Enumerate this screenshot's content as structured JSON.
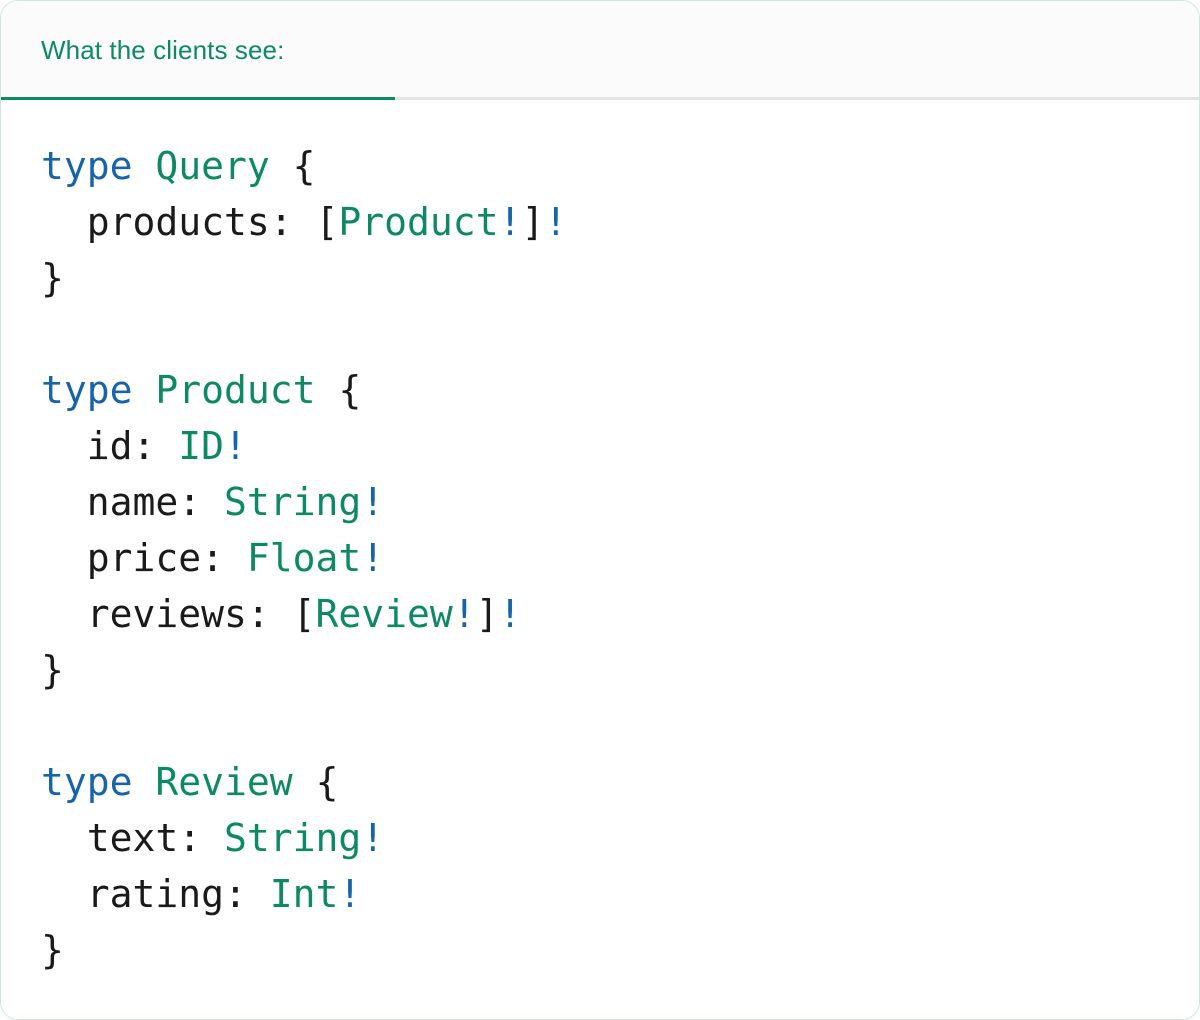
{
  "panel": {
    "accent_color": "#0d8a63",
    "keyword_color": "#1864ab",
    "type_color": "#0d8a63",
    "text_color": "#1a1a1a",
    "header_bg": "#fbfbfb",
    "body_bg": "#ffffff",
    "inactive_rule_color": "#e4e4e4",
    "border_color": "#cfe6da"
  },
  "tabs": [
    {
      "label": "What the clients see:",
      "active": true
    }
  ],
  "code": {
    "language": "graphql",
    "lines": [
      {
        "tokens": [
          {
            "t": "type",
            "c": "kw"
          },
          {
            "t": " ",
            "c": "punc"
          },
          {
            "t": "Query",
            "c": "type"
          },
          {
            "t": " {",
            "c": "punc"
          }
        ]
      },
      {
        "tokens": [
          {
            "t": "  products",
            "c": "name"
          },
          {
            "t": ": [",
            "c": "punc"
          },
          {
            "t": "Product",
            "c": "type"
          },
          {
            "t": "!",
            "c": "bang"
          },
          {
            "t": "]",
            "c": "punc"
          },
          {
            "t": "!",
            "c": "bang"
          }
        ]
      },
      {
        "tokens": [
          {
            "t": "}",
            "c": "punc"
          }
        ]
      },
      {
        "tokens": []
      },
      {
        "tokens": [
          {
            "t": "type",
            "c": "kw"
          },
          {
            "t": " ",
            "c": "punc"
          },
          {
            "t": "Product",
            "c": "type"
          },
          {
            "t": " {",
            "c": "punc"
          }
        ]
      },
      {
        "tokens": [
          {
            "t": "  id",
            "c": "name"
          },
          {
            "t": ": ",
            "c": "punc"
          },
          {
            "t": "ID",
            "c": "type"
          },
          {
            "t": "!",
            "c": "bang"
          }
        ]
      },
      {
        "tokens": [
          {
            "t": "  name",
            "c": "name"
          },
          {
            "t": ": ",
            "c": "punc"
          },
          {
            "t": "String",
            "c": "type"
          },
          {
            "t": "!",
            "c": "bang"
          }
        ]
      },
      {
        "tokens": [
          {
            "t": "  price",
            "c": "name"
          },
          {
            "t": ": ",
            "c": "punc"
          },
          {
            "t": "Float",
            "c": "type"
          },
          {
            "t": "!",
            "c": "bang"
          }
        ]
      },
      {
        "tokens": [
          {
            "t": "  reviews",
            "c": "name"
          },
          {
            "t": ": [",
            "c": "punc"
          },
          {
            "t": "Review",
            "c": "type"
          },
          {
            "t": "!",
            "c": "bang"
          },
          {
            "t": "]",
            "c": "punc"
          },
          {
            "t": "!",
            "c": "bang"
          }
        ]
      },
      {
        "tokens": [
          {
            "t": "}",
            "c": "punc"
          }
        ]
      },
      {
        "tokens": []
      },
      {
        "tokens": [
          {
            "t": "type",
            "c": "kw"
          },
          {
            "t": " ",
            "c": "punc"
          },
          {
            "t": "Review",
            "c": "type"
          },
          {
            "t": " {",
            "c": "punc"
          }
        ]
      },
      {
        "tokens": [
          {
            "t": "  text",
            "c": "name"
          },
          {
            "t": ": ",
            "c": "punc"
          },
          {
            "t": "String",
            "c": "type"
          },
          {
            "t": "!",
            "c": "bang"
          }
        ]
      },
      {
        "tokens": [
          {
            "t": "  rating",
            "c": "name"
          },
          {
            "t": ": ",
            "c": "punc"
          },
          {
            "t": "Int",
            "c": "type"
          },
          {
            "t": "!",
            "c": "bang"
          }
        ]
      },
      {
        "tokens": [
          {
            "t": "}",
            "c": "punc"
          }
        ]
      }
    ],
    "plain_text": "type Query {\n  products: [Product!]!\n}\n\ntype Product {\n  id: ID!\n  name: String!\n  price: Float!\n  reviews: [Review!]!\n}\n\ntype Review {\n  text: String!\n  rating: Int!\n}"
  }
}
